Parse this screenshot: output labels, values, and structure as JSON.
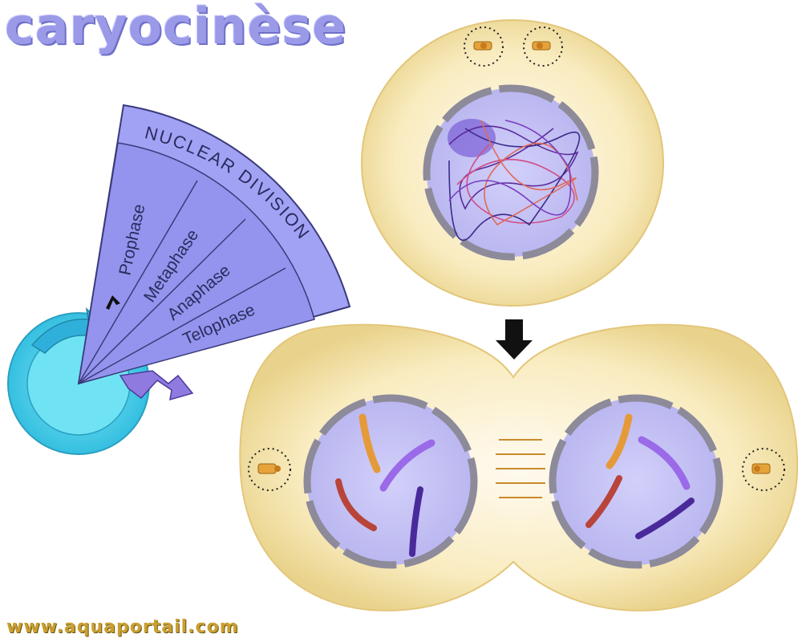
{
  "title": "caryocinèse",
  "footer": "www.aquaportail.com",
  "wheel": {
    "header": "NUCLEAR DIVISION",
    "phases": [
      "Prophase",
      "Metaphase",
      "Anaphase",
      "Telophase"
    ]
  },
  "colors": {
    "title": "#9a9ae8",
    "fan": "#9c9cf2",
    "ring": "#5cd8ee",
    "cell": "#f6e6a8",
    "nucleus": "#c9c6f5",
    "envelope": "#8d8a9a",
    "footer": "#c9a030"
  }
}
